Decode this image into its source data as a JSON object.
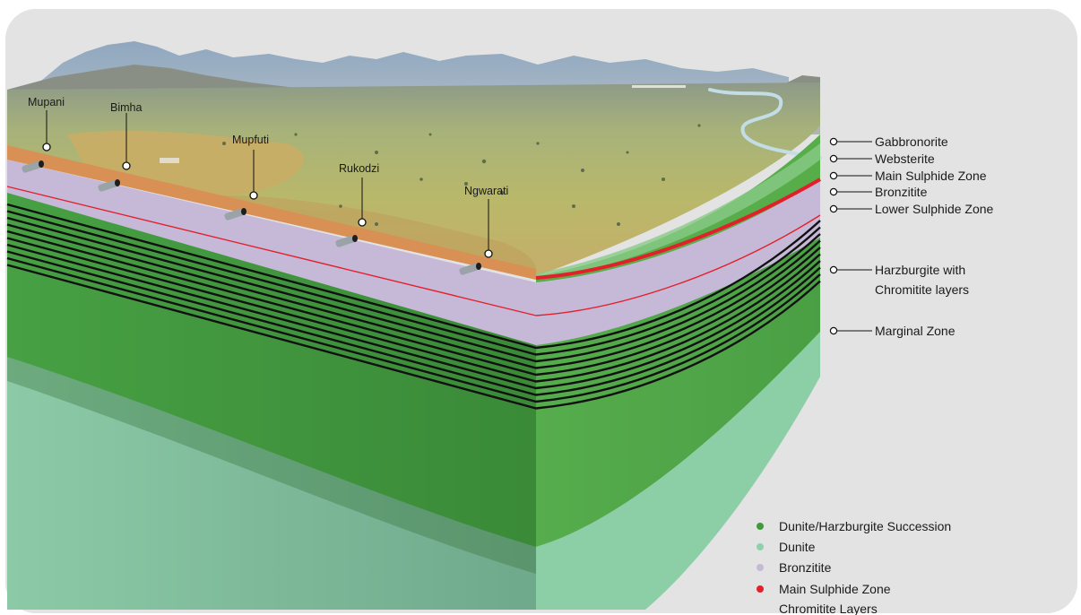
{
  "mines": [
    {
      "name": "Mupani"
    },
    {
      "name": "Bimha"
    },
    {
      "name": "Mupfuti"
    },
    {
      "name": "Rukodzi"
    },
    {
      "name": "Ngwarati"
    }
  ],
  "layers": [
    {
      "line1": "Gabbronorite",
      "line2": ""
    },
    {
      "line1": "Websterite",
      "line2": ""
    },
    {
      "line1": "Main Sulphide Zone",
      "line2": ""
    },
    {
      "line1": "Bronzitite",
      "line2": ""
    },
    {
      "line1": "Lower Sulphide Zone",
      "line2": ""
    },
    {
      "line1": "Harzburgite with",
      "line2": "Chromitite layers"
    },
    {
      "line1": "Marginal Zone",
      "line2": ""
    }
  ],
  "legend": [
    {
      "label": "Dunite/Harzburgite Succession",
      "color": "#3f9a3c"
    },
    {
      "label": "Dunite",
      "color": "#8fd1ad"
    },
    {
      "label": "Bronzitite",
      "color": "#c6b9d8"
    },
    {
      "label": "Main Sulphide Zone",
      "color": "#e3202a"
    },
    {
      "label": "Chromitite Layers",
      "color": "#111111"
    }
  ],
  "colors": {
    "background_panel": "#e3e3e3",
    "dunite_harzburgite": "#3f9a3c",
    "dunite": "#8fd1ad",
    "bronzitite": "#c6b9d8",
    "main_sulphide": "#e3202a",
    "chromitite": "#111111"
  }
}
